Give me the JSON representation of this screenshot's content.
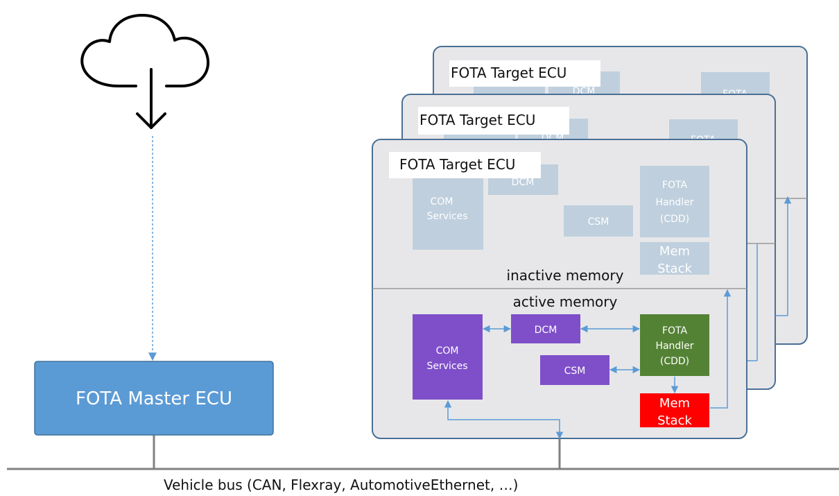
{
  "master": {
    "label": "FOTA Master ECU"
  },
  "target_ecus": [
    {
      "title": "FOTA Target ECU"
    },
    {
      "title": "FOTA Target ECU"
    },
    {
      "title": "FOTA Target ECU"
    }
  ],
  "inactive_memory": {
    "section_label": "inactive memory",
    "com_services": [
      "COM",
      "Services"
    ],
    "dcm": "DCM",
    "csm": "CSM",
    "fota_handler": [
      "FOTA",
      "Handler",
      "(CDD)"
    ],
    "mem_stack": [
      "Mem",
      "Stack"
    ]
  },
  "active_memory": {
    "section_label": "active memory",
    "com_services": [
      "COM",
      "Services"
    ],
    "dcm": "DCM",
    "csm": "CSM",
    "fota_handler": [
      "FOTA",
      "Handler",
      "(CDD)"
    ],
    "mem_stack": [
      "Mem",
      "Stack"
    ]
  },
  "back_fragments": {
    "dcm": "DCM",
    "fota": "FOTA"
  },
  "bus": {
    "label": "Vehicle bus (CAN, Flexray, AutomotiveEthernet, …)"
  },
  "colors": {
    "master_fill": "#5b9bd5",
    "ecu_fill": "#e7e7e9",
    "ecu_border": "#4a6f95",
    "faded_block": "#bfcfdd",
    "purple_block": "#7f4fc9",
    "green_block": "#548235",
    "red_block": "#ff0000",
    "arrow": "#5b9bd5",
    "bus_line": "#808080"
  }
}
